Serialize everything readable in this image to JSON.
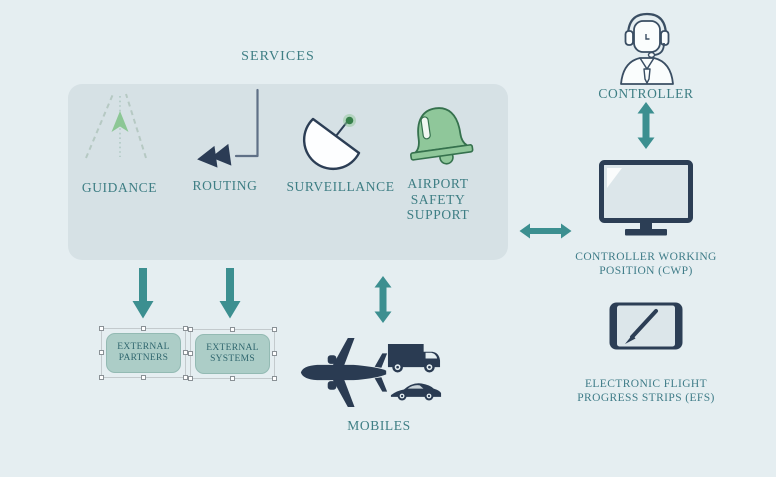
{
  "colors": {
    "background": "#e5eef1",
    "services_panel": "#d6e1e5",
    "arrow_teal": "#3c8f90",
    "label_teal": "#3e7e84",
    "icon_navy": "#2b3c52",
    "icon_green": "#8fc79a",
    "icon_green_outline": "#35714d",
    "external_box_fill": "#accdc7"
  },
  "services": {
    "title": "SERVICES",
    "items": [
      {
        "label": "GUIDANCE",
        "icon": "guidance-icon"
      },
      {
        "label": "ROUTING",
        "icon": "routing-icon"
      },
      {
        "label": "SURVEILLANCE",
        "icon": "surveillance-icon"
      },
      {
        "label": "AIRPORT SAFETY SUPPORT",
        "icon": "airport-safety-support-icon"
      }
    ]
  },
  "external_nodes": [
    {
      "label": "EXTERNAL PARTNERS"
    },
    {
      "label": "EXTERNAL SYSTEMS"
    }
  ],
  "mobiles": {
    "label": "MOBILES",
    "icons": [
      "airplane-icon",
      "van-icon",
      "car-icon"
    ]
  },
  "controller": {
    "label": "CONTROLLER",
    "icon": "controller-headset-icon"
  },
  "cwp": {
    "label": "CONTROLLER WORKING POSITION (CWP)",
    "icon": "monitor-icon"
  },
  "efs": {
    "label": "ELECTRONIC FLIGHT PROGRESS STRIPS (EFS)",
    "icon": "tablet-pen-icon"
  }
}
